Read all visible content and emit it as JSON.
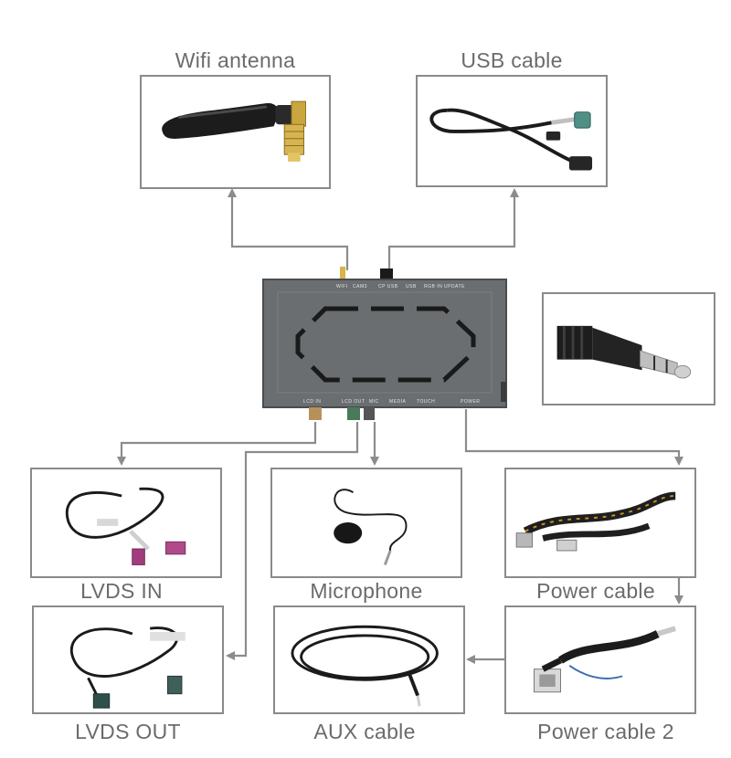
{
  "labels": {
    "wifi": "Wifi antenna",
    "usb": "USB cable",
    "lvds_in": "LVDS IN",
    "microphone": "Microphone",
    "power": "Power cable",
    "lvds_out": "LVDS OUT",
    "aux": "AUX cable",
    "power2": "Power cable 2"
  },
  "device": {
    "ports_top": [
      "WIFI",
      "CAM3",
      "CP USB",
      "USB",
      "RGB IN",
      "UPDATE"
    ],
    "ports_bottom": [
      "LCD IN",
      "LCD OUT",
      "MIC",
      "MEDIA",
      "TOUCH",
      "POWER"
    ]
  },
  "colors": {
    "arrow": "#8c8c8c",
    "frame": "#8a8a8a",
    "label": "#6b6b6b",
    "device_body": "#6a6e70"
  }
}
